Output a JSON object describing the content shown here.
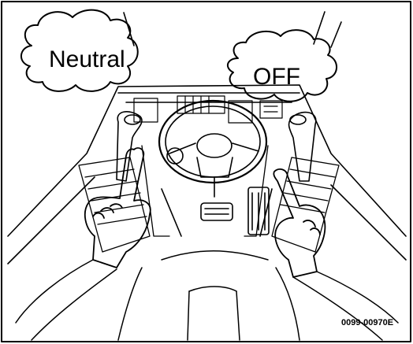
{
  "labels": {
    "left_bubble": "Neutral",
    "right_bubble": "OFF",
    "figure_code": "0099-00970E"
  },
  "icons": {
    "left_cloud": "speech-cloud-icon",
    "right_cloud": "speech-cloud-icon",
    "steering_wheel": "steering-wheel-icon",
    "left_hand": "pointing-hand-icon",
    "right_hand": "pointing-hand-icon"
  },
  "colors": {
    "line": "#000000",
    "background": "#ffffff"
  }
}
